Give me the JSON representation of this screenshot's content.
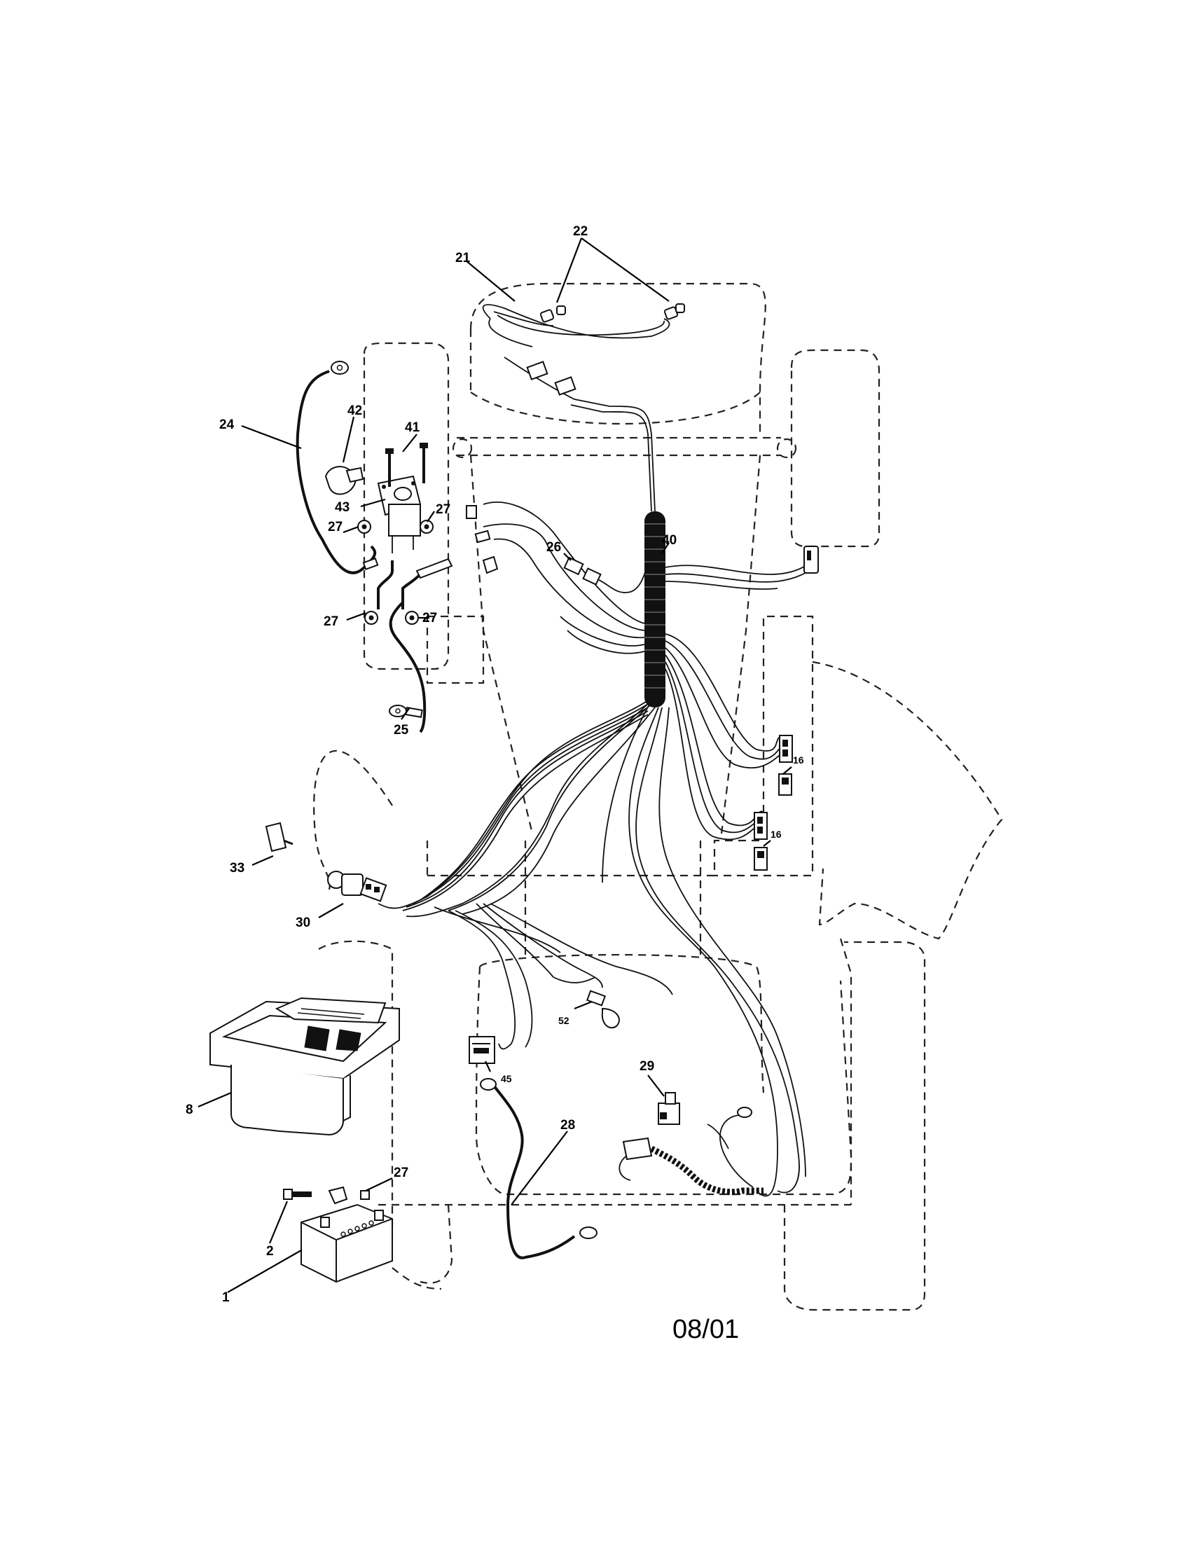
{
  "callouts": {
    "c1": "1",
    "c2": "2",
    "c8": "8",
    "c16a": "16",
    "c16b": "16",
    "c21": "21",
    "c22": "22",
    "c24": "24",
    "c25": "25",
    "c26": "26",
    "c27a": "27",
    "c27b": "27",
    "c27c": "27",
    "c27d": "27",
    "c27e": "27",
    "c28": "28",
    "c29": "29",
    "c30": "30",
    "c33": "33",
    "c40": "40",
    "c41": "41",
    "c42": "42",
    "c43": "43",
    "c45": "45",
    "c52": "52"
  },
  "footer": {
    "date_code": "08/01"
  }
}
